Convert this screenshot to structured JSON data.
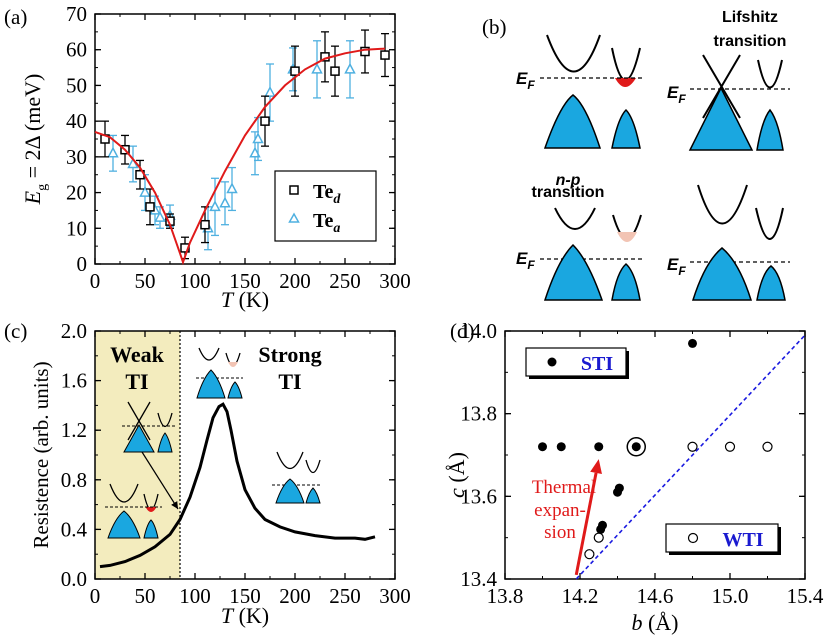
{
  "colors": {
    "fit": "#e01a1a",
    "te_a": "#4fb0e0",
    "band_fill": "#1aa7e0",
    "weak_shade": "#f3ecbe",
    "dashed_line": "#1a1ae0",
    "stti_label": "#1a1ad0",
    "arrow": "#e01a1a",
    "pocket_red": "#e01a1a",
    "pocket_pale": "#f2c4b4"
  },
  "panel_labels": {
    "a": "(a)",
    "b": "(b)",
    "c": "(c)",
    "d": "(d)"
  },
  "chart_data": [
    {
      "panel": "a",
      "type": "scatter",
      "xlabel": "T (K)",
      "ylabel": "E_g = 2Δ (meV)",
      "xlim": [
        0,
        300
      ],
      "ylim": [
        0,
        70
      ],
      "xticks": [
        "0",
        "50",
        "100",
        "150",
        "200",
        "250",
        "300"
      ],
      "yticks": [
        "0",
        "10",
        "20",
        "30",
        "40",
        "50",
        "60",
        "70"
      ],
      "legend_placement": "lower-right",
      "series": [
        {
          "name": "Te_d",
          "legend_main": "Te",
          "legend_sub": "d",
          "marker": "square",
          "points": [
            {
              "x": 10,
              "y": 35,
              "err": 5
            },
            {
              "x": 30,
              "y": 32,
              "err": 4
            },
            {
              "x": 45,
              "y": 25,
              "err": 4
            },
            {
              "x": 55,
              "y": 16,
              "err": 5
            },
            {
              "x": 75,
              "y": 12,
              "err": 2
            },
            {
              "x": 90,
              "y": 4.5,
              "err": 3
            },
            {
              "x": 110,
              "y": 11,
              "err": 5
            },
            {
              "x": 170,
              "y": 40,
              "err": 7
            },
            {
              "x": 200,
              "y": 54,
              "err": 7
            },
            {
              "x": 230,
              "y": 58,
              "err": 7
            },
            {
              "x": 240,
              "y": 54,
              "err": 7
            },
            {
              "x": 270,
              "y": 59.5,
              "err": 6
            },
            {
              "x": 290,
              "y": 58.5,
              "err": 6
            }
          ]
        },
        {
          "name": "Te_a",
          "legend_main": "Te",
          "legend_sub": "a",
          "marker": "triangle",
          "points": [
            {
              "x": 18,
              "y": 31,
              "err": 5
            },
            {
              "x": 38,
              "y": 28,
              "err": 5
            },
            {
              "x": 50,
              "y": 20,
              "err": 5
            },
            {
              "x": 60,
              "y": 15,
              "err": 4
            },
            {
              "x": 65,
              "y": 13,
              "err": 3
            },
            {
              "x": 75,
              "y": 13.5,
              "err": 3
            },
            {
              "x": 113,
              "y": 10,
              "err": 6
            },
            {
              "x": 120,
              "y": 16,
              "err": 8
            },
            {
              "x": 130,
              "y": 17,
              "err": 6
            },
            {
              "x": 137,
              "y": 21,
              "err": 6
            },
            {
              "x": 160,
              "y": 31,
              "err": 6
            },
            {
              "x": 163,
              "y": 35,
              "err": 6
            },
            {
              "x": 175,
              "y": 48,
              "err": 8
            },
            {
              "x": 198,
              "y": 54.5,
              "err": 6
            },
            {
              "x": 222,
              "y": 54.5,
              "err": 8
            },
            {
              "x": 255,
              "y": 54.5,
              "err": 8
            }
          ]
        }
      ],
      "fit_curve": {
        "x": [
          0,
          15,
          30,
          45,
          60,
          75,
          85,
          88,
          95,
          110,
          130,
          150,
          170,
          190,
          210,
          230,
          250,
          270,
          290
        ],
        "y": [
          37,
          35.5,
          32,
          27,
          20,
          11,
          3,
          0.5,
          6,
          15,
          26,
          36,
          44,
          50,
          54.5,
          57.5,
          59,
          60,
          60.3
        ]
      }
    },
    {
      "panel": "c",
      "type": "line",
      "xlabel": "T (K)",
      "ylabel": "Resistence (arb. units)",
      "xlim": [
        0,
        300
      ],
      "ylim": [
        0,
        2.0
      ],
      "xticks": [
        "0",
        "50",
        "100",
        "150",
        "200",
        "250",
        "300"
      ],
      "yticks": [
        "0.0",
        "0.4",
        "0.8",
        "1.2",
        "1.6",
        "2.0"
      ],
      "shaded_region_x": [
        0,
        85
      ],
      "boundary_x": 85,
      "region_labels": [
        "Weak",
        "TI",
        "Strong",
        "TI"
      ],
      "series": [
        {
          "x": [
            5,
            15,
            30,
            45,
            60,
            75,
            85,
            95,
            105,
            112,
            118,
            124,
            128,
            132,
            136,
            142,
            150,
            160,
            170,
            185,
            200,
            220,
            240,
            260,
            270,
            280
          ],
          "y": [
            0.1,
            0.11,
            0.14,
            0.19,
            0.26,
            0.36,
            0.48,
            0.66,
            0.9,
            1.12,
            1.3,
            1.39,
            1.41,
            1.35,
            1.2,
            0.95,
            0.72,
            0.57,
            0.48,
            0.42,
            0.38,
            0.35,
            0.33,
            0.33,
            0.32,
            0.34
          ]
        }
      ]
    },
    {
      "panel": "d",
      "type": "scatter",
      "xlabel": "b (Å)",
      "ylabel": "c (Å)",
      "xlim": [
        13.8,
        15.4
      ],
      "ylim": [
        13.4,
        14.0
      ],
      "xticks": [
        "13.8",
        "14.2",
        "14.6",
        "15.0",
        "15.4"
      ],
      "yticks": [
        "13.4",
        "13.6",
        "13.8",
        "14.0"
      ],
      "series": [
        {
          "name": "STI",
          "marker": "filled-circle",
          "points": [
            {
              "x": 14.0,
              "y": 13.72
            },
            {
              "x": 14.1,
              "y": 13.72
            },
            {
              "x": 14.3,
              "y": 13.72
            },
            {
              "x": 14.4,
              "y": 13.61
            },
            {
              "x": 14.41,
              "y": 13.62
            },
            {
              "x": 14.32,
              "y": 13.53
            },
            {
              "x": 14.31,
              "y": 13.52
            },
            {
              "x": 14.8,
              "y": 13.97
            },
            {
              "x": 14.5,
              "y": 13.72
            }
          ]
        },
        {
          "name": "WTI",
          "marker": "open-circle",
          "points": [
            {
              "x": 14.8,
              "y": 13.72
            },
            {
              "x": 15.0,
              "y": 13.72
            },
            {
              "x": 15.2,
              "y": 13.72
            },
            {
              "x": 14.25,
              "y": 13.46
            },
            {
              "x": 14.3,
              "y": 13.5
            }
          ]
        }
      ],
      "circled_point": {
        "x": 14.5,
        "y": 13.72
      },
      "boundary_line": {
        "x": [
          14.18,
          15.4
        ],
        "y": [
          13.4,
          13.99
        ]
      },
      "arrow": {
        "from": [
          14.18,
          13.41
        ],
        "to": [
          14.3,
          13.69
        ],
        "label_lines": [
          "Thermal",
          "expan-",
          "sion"
        ]
      }
    }
  ],
  "panel_b": {
    "fermi_label": "E",
    "fermi_sub": "F",
    "lifshitz_lines": [
      "Lifshitz",
      "transition"
    ],
    "np_italic": "n-p",
    "np_line2": "transition"
  }
}
